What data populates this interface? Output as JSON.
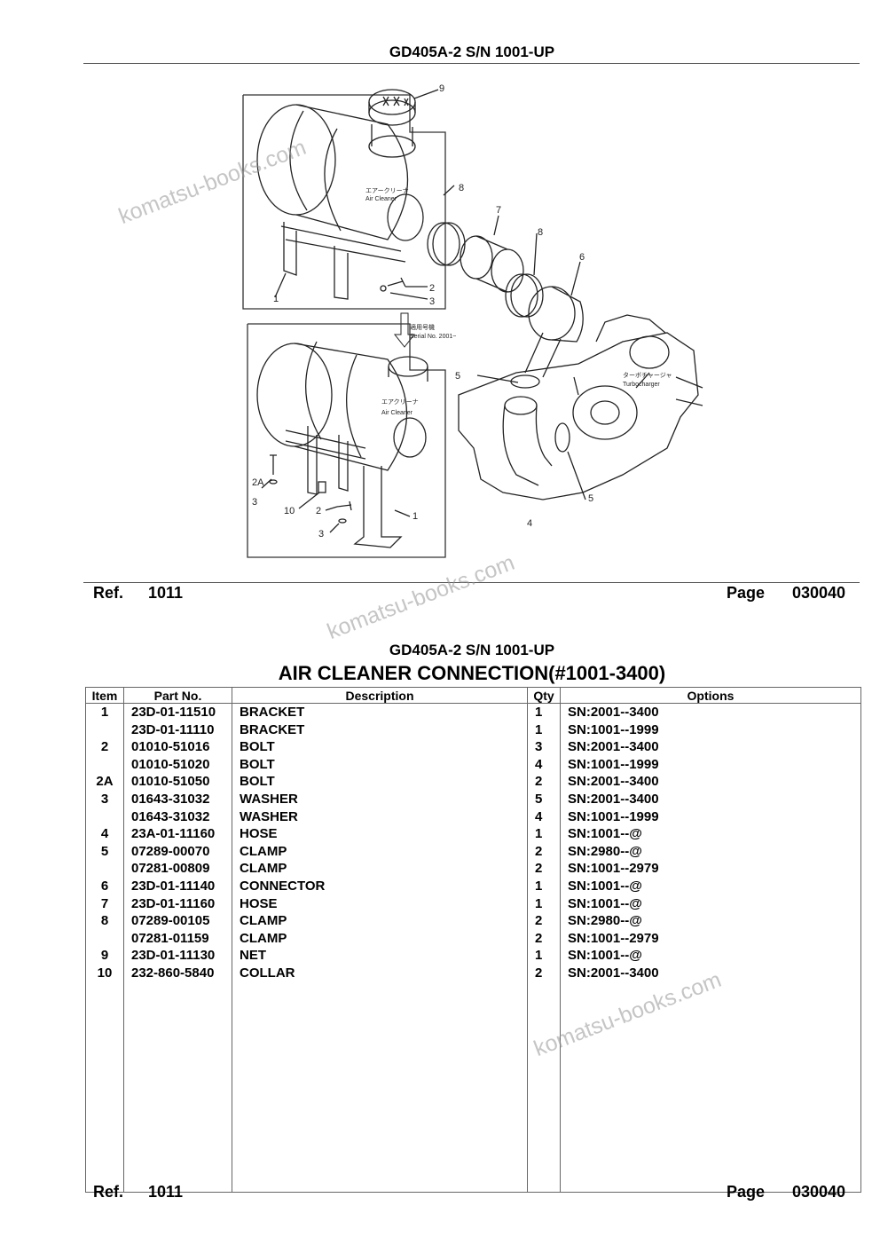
{
  "header": {
    "title": "GD405A-2 S/N 1001-UP"
  },
  "diagram": {
    "callouts": [
      "9",
      "8",
      "7",
      "8",
      "6",
      "1",
      "2",
      "3",
      "5",
      "5",
      "4",
      "2A",
      "3",
      "10",
      "2",
      "3",
      "1"
    ],
    "notes": {
      "air_cleaner_jp_1": "エアークリーナ",
      "air_cleaner_1": "Air Cleaner",
      "serial_jp": "適用号機",
      "serial": "Serial No. 2001~",
      "air_cleaner_jp_2": "エアクリーナ",
      "air_cleaner_2": "Air Cleaner",
      "turbo_jp": "ターボチャージャ",
      "turbo": "Turbocharger"
    }
  },
  "footer1": {
    "ref_label": "Ref.",
    "ref": "1011",
    "page_label": "Page",
    "page": "030040"
  },
  "section": {
    "title": "GD405A-2 S/N 1001-UP",
    "subtitle": "AIR CLEANER CONNECTION(#1001-3400)"
  },
  "table": {
    "headers": [
      "Item",
      "Part No.",
      "Description",
      "Qty",
      "Options"
    ],
    "rows": [
      {
        "item": "1",
        "part": "23D-01-11510",
        "desc": "BRACKET",
        "qty": "1",
        "opt": "SN:2001--3400"
      },
      {
        "item": "",
        "part": "23D-01-11110",
        "desc": "BRACKET",
        "qty": "1",
        "opt": "SN:1001--1999"
      },
      {
        "item": "2",
        "part": "01010-51016",
        "desc": "BOLT",
        "qty": "3",
        "opt": "SN:2001--3400"
      },
      {
        "item": "",
        "part": "01010-51020",
        "desc": "BOLT",
        "qty": "4",
        "opt": "SN:1001--1999"
      },
      {
        "item": "2A",
        "part": "01010-51050",
        "desc": "BOLT",
        "qty": "2",
        "opt": "SN:2001--3400"
      },
      {
        "item": "3",
        "part": "01643-31032",
        "desc": "WASHER",
        "qty": "5",
        "opt": "SN:2001--3400"
      },
      {
        "item": "",
        "part": "01643-31032",
        "desc": "WASHER",
        "qty": "4",
        "opt": "SN:1001--1999"
      },
      {
        "item": "4",
        "part": "23A-01-11160",
        "desc": "HOSE",
        "qty": "1",
        "opt": "SN:1001--@"
      },
      {
        "item": "5",
        "part": "07289-00070",
        "desc": "CLAMP",
        "qty": "2",
        "opt": "SN:2980--@"
      },
      {
        "item": "",
        "part": "07281-00809",
        "desc": "CLAMP",
        "qty": "2",
        "opt": "SN:1001--2979"
      },
      {
        "item": "6",
        "part": "23D-01-11140",
        "desc": "CONNECTOR",
        "qty": "1",
        "opt": "SN:1001--@"
      },
      {
        "item": "7",
        "part": "23D-01-11160",
        "desc": "HOSE",
        "qty": "1",
        "opt": "SN:1001--@"
      },
      {
        "item": "8",
        "part": "07289-00105",
        "desc": "CLAMP",
        "qty": "2",
        "opt": "SN:2980--@"
      },
      {
        "item": "",
        "part": "07281-01159",
        "desc": "CLAMP",
        "qty": "2",
        "opt": "SN:1001--2979"
      },
      {
        "item": "9",
        "part": "23D-01-11130",
        "desc": "NET",
        "qty": "1",
        "opt": "SN:1001--@"
      },
      {
        "item": "10",
        "part": "232-860-5840",
        "desc": "COLLAR",
        "qty": "2",
        "opt": "SN:2001--3400"
      }
    ]
  },
  "footer2": {
    "ref_label": "Ref.",
    "ref": "1011",
    "page_label": "Page",
    "page": "030040"
  },
  "watermark": {
    "text": "komatsu-books.com"
  }
}
